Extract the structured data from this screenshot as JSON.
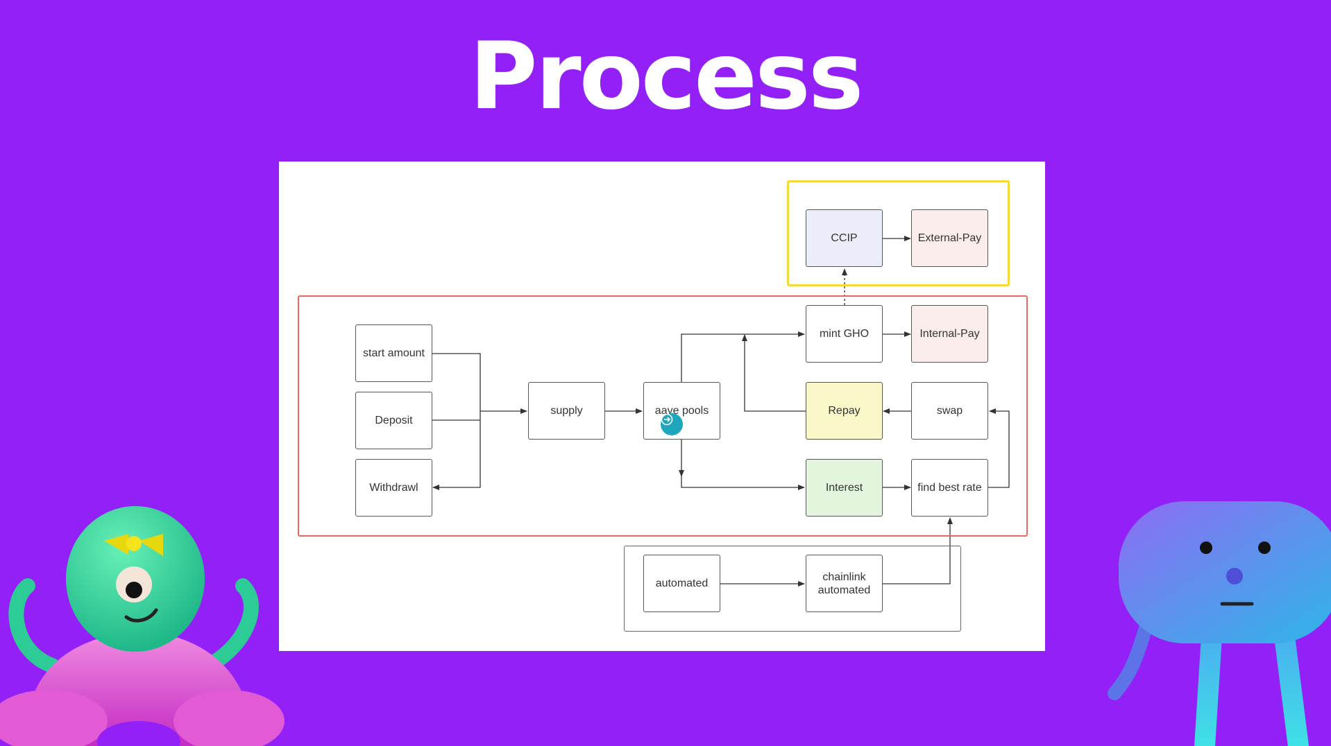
{
  "slide": {
    "title": "Process"
  },
  "nodes": {
    "ccip": "CCIP",
    "external_pay": "External-Pay",
    "mint_gho": "mint GHO",
    "internal_pay": "Internal-Pay",
    "start_amount": "start amount",
    "deposit": "Deposit",
    "withdrawl": "Withdrawl",
    "supply": "supply",
    "aave_pools": "aave pools",
    "repay": "Repay",
    "swap": "swap",
    "interest": "Interest",
    "find_best_rate": "find best rate",
    "automated": "automated",
    "chainlink_automated": "chainlink\nautomated"
  },
  "colors": {
    "background": "#9320F7",
    "ccip_fill": "#EBEDFB",
    "pay_fill": "#FCEDED",
    "repay_fill": "#FAF8C8",
    "interest_fill": "#E3F6DD",
    "main_frame": "#E8675F",
    "ccip_frame": "#F5D93A"
  }
}
